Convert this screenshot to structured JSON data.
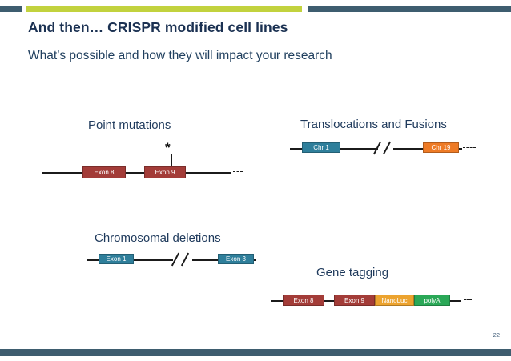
{
  "slide": {
    "title": "And then… CRISPR modified cell lines",
    "subtitle": "What’s possible and how they will impact your research",
    "page_number": "22"
  },
  "colors": {
    "bar_slate": "#3e5d6f",
    "bar_green": "#c2d23e",
    "heading_navy": "#1f3a5c",
    "brick": "#a33c38",
    "teal": "#2f7f9b",
    "orange": "#ee7b26",
    "amber": "#eca32f",
    "green": "#2aa857",
    "line": "#1b1b1b"
  },
  "diagrams": {
    "point_mutations": {
      "heading": "Point mutations",
      "annotation": "*",
      "segments": [
        {
          "label": "Exon 8",
          "color": "brick"
        },
        {
          "label": "Exon 9",
          "color": "brick"
        }
      ]
    },
    "translocations": {
      "heading": "Translocations and Fusions",
      "segments": [
        {
          "label": "Chr 1",
          "color": "teal"
        },
        {
          "label": "Chr 19",
          "color": "orange"
        }
      ]
    },
    "deletions": {
      "heading": "Chromosomal deletions",
      "segments": [
        {
          "label": "Exon 1",
          "color": "teal"
        },
        {
          "label": "Exon 3",
          "color": "teal"
        }
      ]
    },
    "gene_tagging": {
      "heading": "Gene tagging",
      "segments": [
        {
          "label": "Exon 8",
          "color": "brick"
        },
        {
          "label": "Exon 9",
          "color": "brick"
        },
        {
          "label": "NanoLuc",
          "color": "amber"
        },
        {
          "label": "polyA",
          "color": "green"
        }
      ]
    }
  }
}
